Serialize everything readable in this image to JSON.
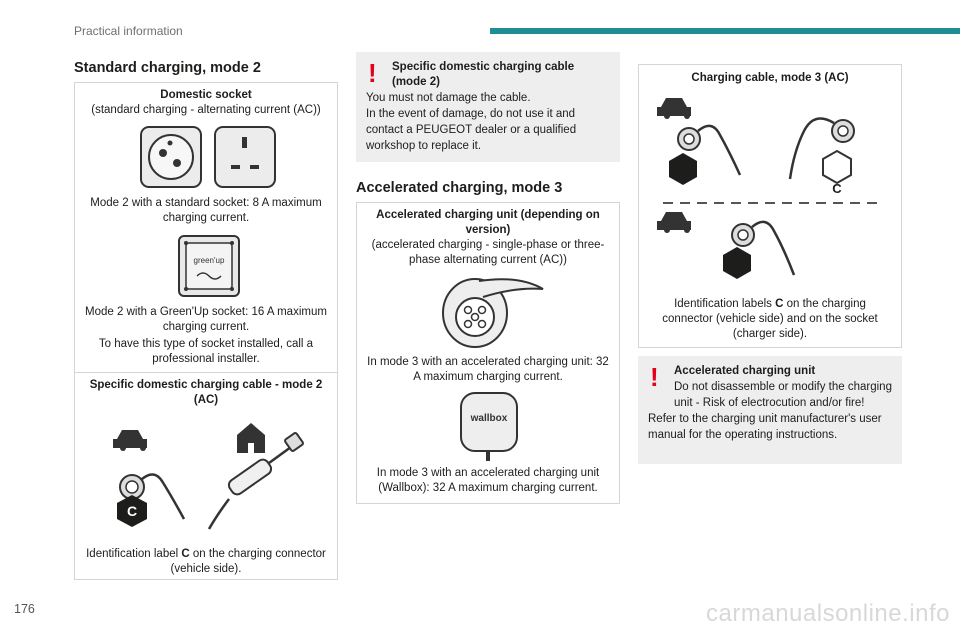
{
  "header": {
    "running_title": "Practical information",
    "accent_color": "#1f8d96"
  },
  "page_number": "176",
  "watermark": "carmanualsonline.info",
  "col1": {
    "heading": "Standard charging, mode 2",
    "domestic_socket": {
      "title": "Domestic socket",
      "subtitle": "(standard charging - alternating current (AC))",
      "mode2_standard": "Mode 2 with a standard socket: 8 A maximum charging current.",
      "greenup_logo": "green'up",
      "mode2_greenup": "Mode 2 with a Green'Up socket: 16 A maximum charging current.",
      "greenup_install": "To have this type of socket installed, call a professional installer."
    },
    "domestic_cable": {
      "title": "Specific domestic charging cable - mode 2 (AC)",
      "label_letter": "C",
      "caption_before": "Identification label ",
      "caption_bold": "C",
      "caption_after": " on the charging connector (vehicle side)."
    }
  },
  "col2": {
    "warning": {
      "icon": "!",
      "title": "Specific domestic charging cable (mode 2)",
      "body1": "You must not damage the cable.",
      "body2": "In the event of damage, do not use it and contact a PEUGEOT dealer or a qualified workshop to replace it."
    },
    "heading": "Accelerated charging, mode 3",
    "unit": {
      "title": "Accelerated charging unit (depending on version)",
      "subtitle": "(accelerated charging - single-phase or three-phase alternating current (AC))",
      "mode3_unit": "In mode 3 with an accelerated charging unit: 32 A maximum charging current.",
      "wallbox_logo": "wallbox",
      "mode3_wallbox": "In mode 3 with an accelerated charging unit (Wallbox): 32 A maximum charging current."
    }
  },
  "col3": {
    "cable_mode3": {
      "title": "Charging cable, mode 3 (AC)",
      "label_letter": "C",
      "caption_before": "Identification labels ",
      "caption_bold": "C",
      "caption_after": " on the charging connector (vehicle side) and on the socket (charger side)."
    },
    "warning": {
      "icon": "!",
      "title": "Accelerated charging unit",
      "body1": "Do not disassemble or modify the charging unit - Risk of electrocution and/or fire!",
      "body2": "Refer to the charging unit manufacturer's user manual for the operating instructions."
    }
  },
  "colors": {
    "warning_red": "#e2001a",
    "box_border": "#d5d5d5",
    "warning_bg": "#eeeeee"
  }
}
